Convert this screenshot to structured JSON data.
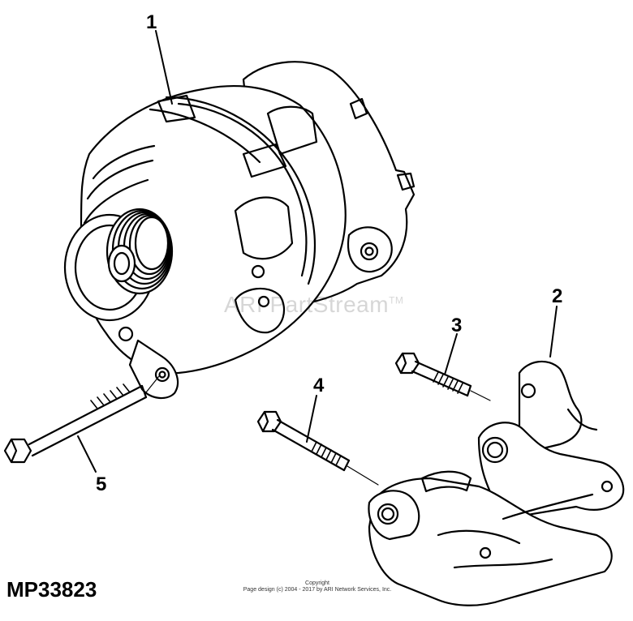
{
  "callouts": [
    "1",
    "2",
    "3",
    "4",
    "5"
  ],
  "figure_id": "MP33823",
  "watermark": {
    "text": "ARI PartStream",
    "mark": "TM"
  },
  "copyright": {
    "heading": "Copyright",
    "text": "Page design (c) 2004 - 2017 by ARI Network Services, Inc."
  }
}
